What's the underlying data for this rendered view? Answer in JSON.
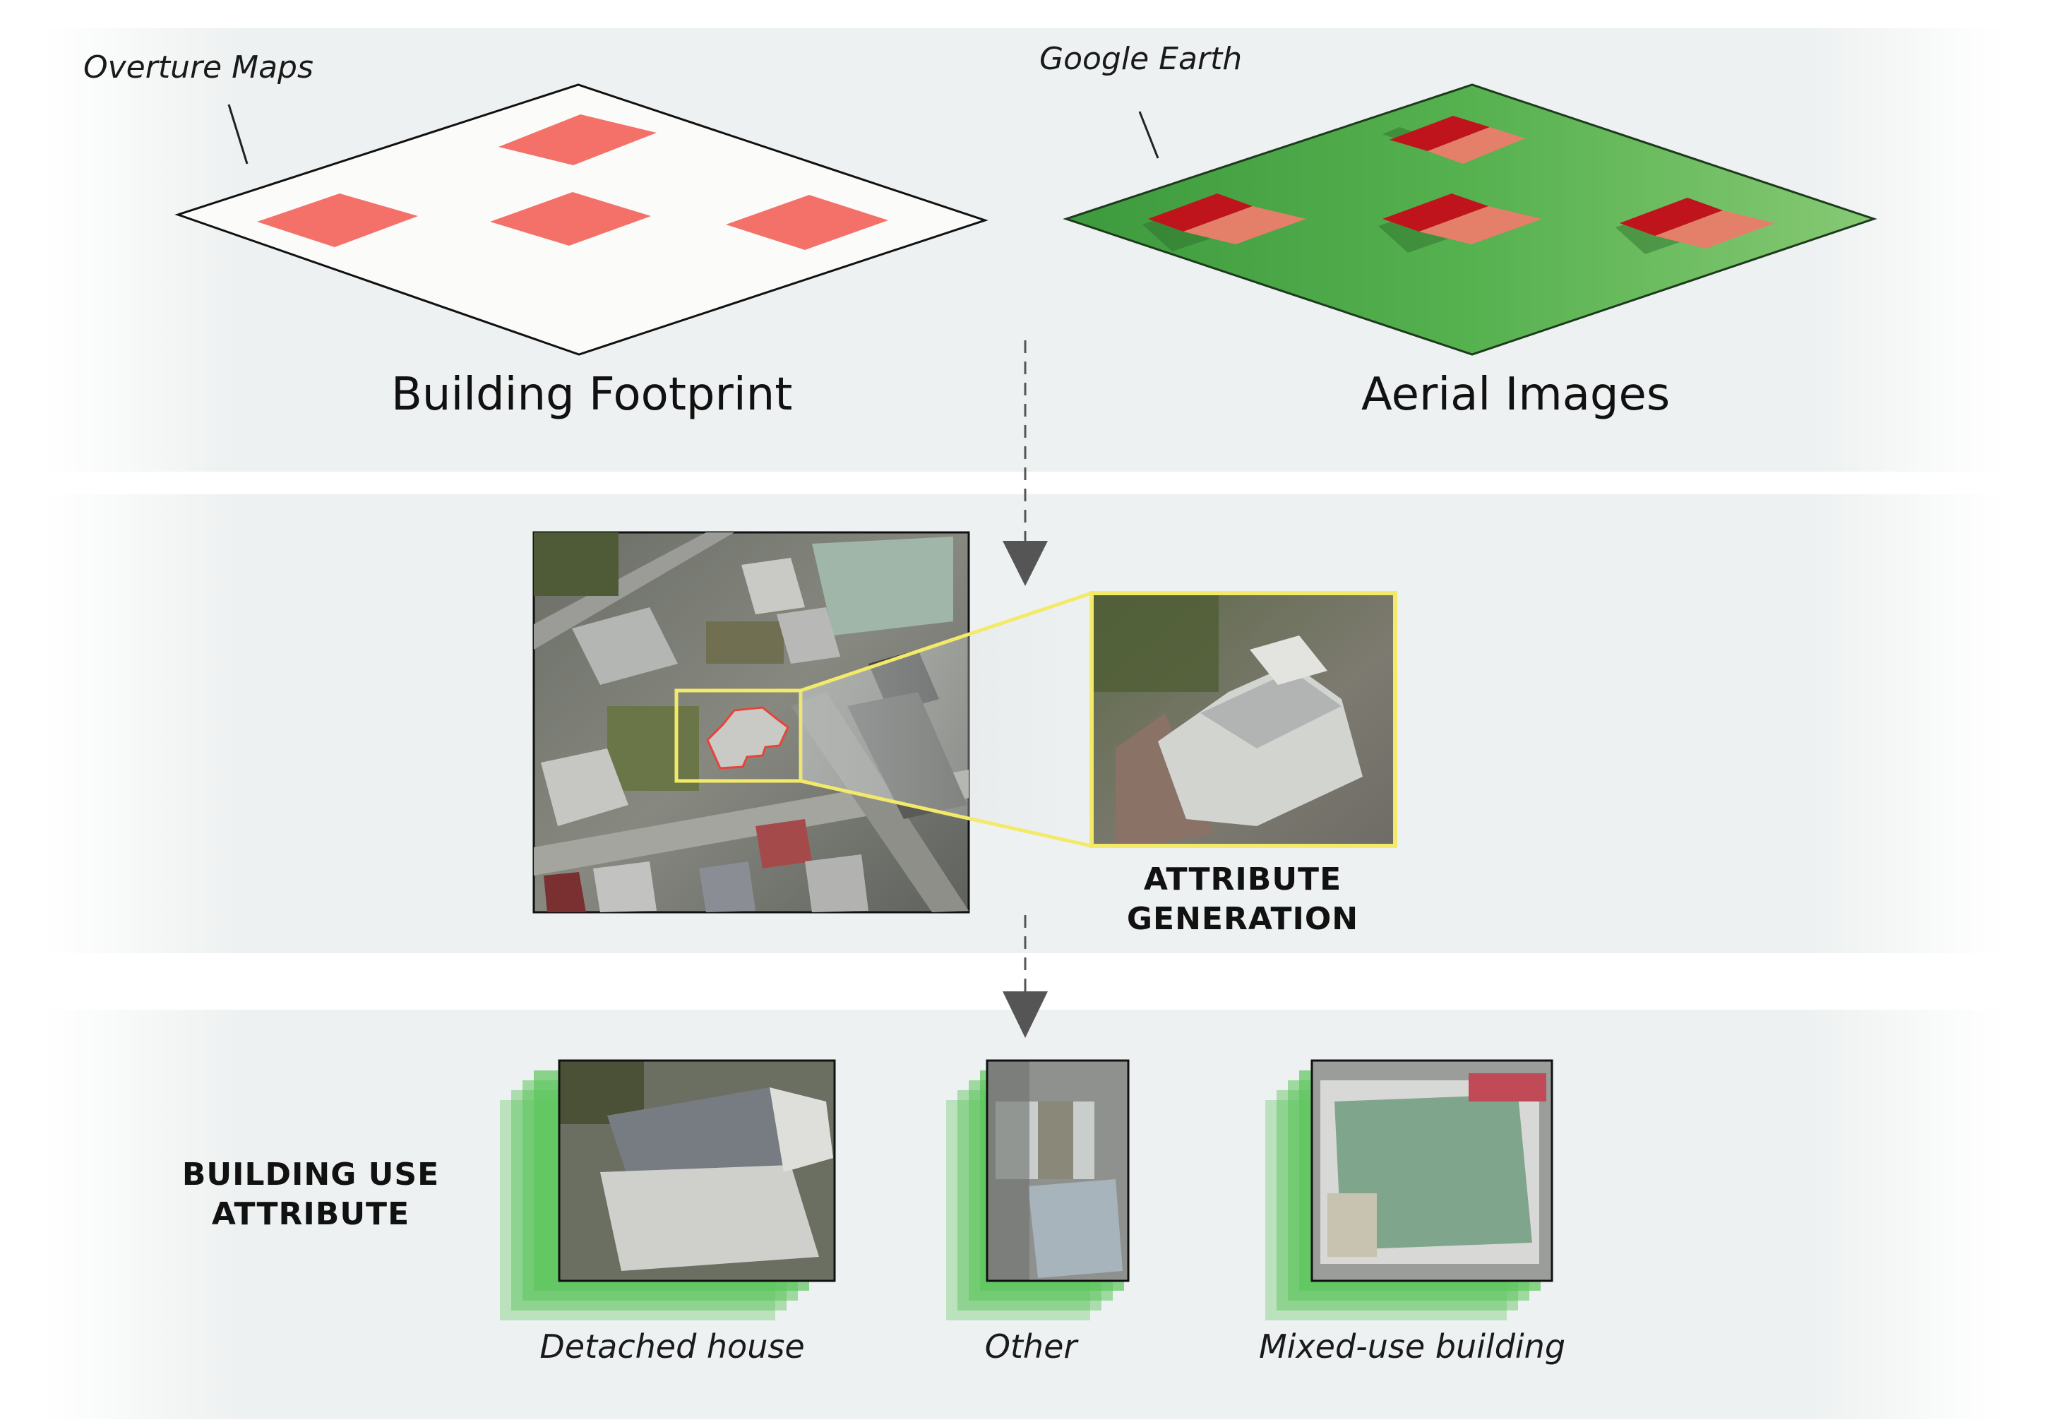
{
  "top": {
    "left_source": "Overture Maps",
    "right_source": "Google Earth",
    "left_title": "Building Footprint",
    "right_title": "Aerial Images"
  },
  "middle": {
    "step_label_line1": "ATTRIBUTE",
    "step_label_line2": "GENERATION"
  },
  "bottom": {
    "row_label_line1": "BUILDING USE",
    "row_label_line2": "ATTRIBUTE",
    "classes": [
      "Detached house",
      "Other",
      "Mixed-use building"
    ]
  },
  "colors": {
    "footprint_red": "#f4716a",
    "roof_dark_red": "#c0141c",
    "roof_light": "#e4806a",
    "ground_green": "#4aa84a",
    "highlight_yellow": "#f3ea6a",
    "stack_green": "#5cc45c",
    "arrow_gray": "#555555"
  },
  "icons": {
    "arrow": "dashed-down-arrow",
    "plane": "isometric-map-plane"
  }
}
